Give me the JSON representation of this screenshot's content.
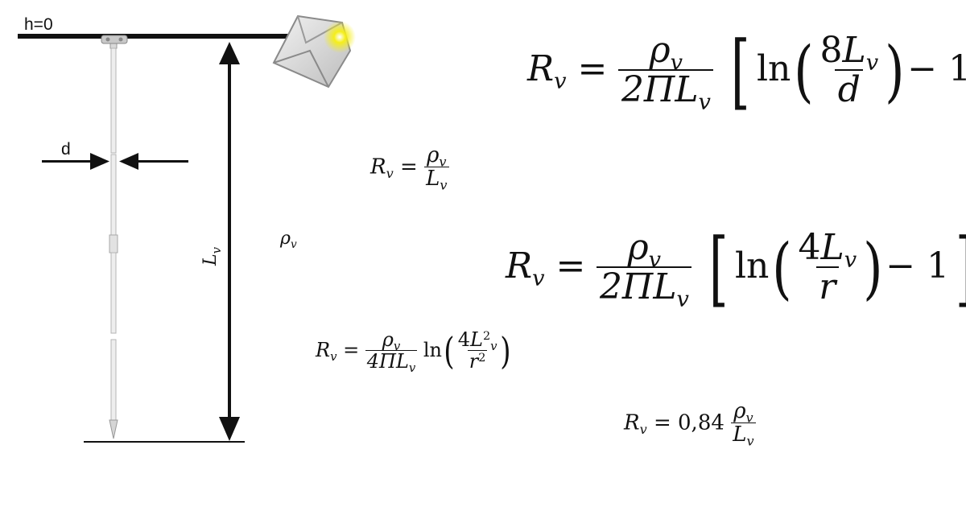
{
  "diagram": {
    "ground_label": "h=0",
    "diameter_label": "d",
    "length_label_var": "L",
    "length_label_sub": "v",
    "rho_var": "ρ",
    "rho_sub": "v"
  },
  "formulas": {
    "f1": {
      "R": "R",
      "sub": "v",
      "eq": "=",
      "rho": "ρ",
      "two_pi": "2Π",
      "L": "L",
      "ln": "ln",
      "eight": "8",
      "d": "d",
      "minus_one": "− 1"
    },
    "f2": {
      "R": "R",
      "sub": "v",
      "eq": "=",
      "rho": "ρ",
      "L": "L"
    },
    "f3": {
      "R": "R",
      "sub": "v",
      "eq": "=",
      "rho": "ρ",
      "two_pi": "2Π",
      "L": "L",
      "ln": "ln",
      "four": "4",
      "r": "r",
      "minus_one": "− 1"
    },
    "f4": {
      "R": "R",
      "sub": "v",
      "eq": "=",
      "rho": "ρ",
      "four_pi": "4Π",
      "L": "L",
      "ln": "ln",
      "four": "4",
      "sq": "2",
      "r": "r"
    },
    "f5": {
      "R": "R",
      "sub": "v",
      "eq": "=",
      "coef": "0,84",
      "rho": "ρ",
      "L": "L"
    }
  },
  "icon": {
    "name": "envelope-icon",
    "glow_color": "#f5ee1a"
  }
}
